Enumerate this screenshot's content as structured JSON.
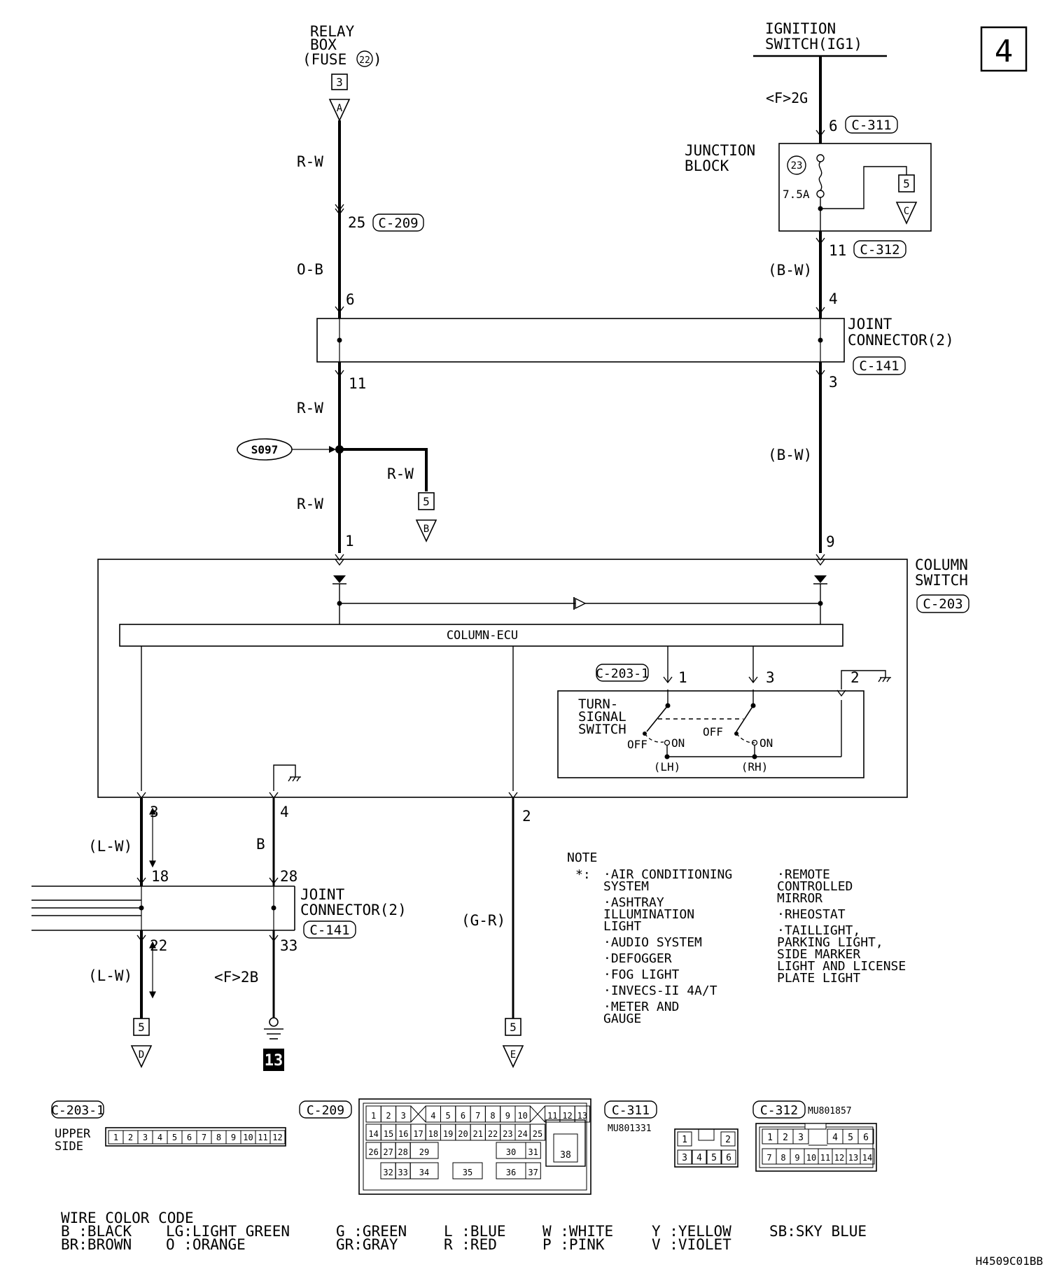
{
  "page_number": "4",
  "diagram_code": "H4509C01BB",
  "sources": {
    "relay_box": [
      "RELAY",
      "BOX",
      "(FUSE",
      "22",
      ")"
    ],
    "relay_pin": "3",
    "ignition": [
      "IGNITION",
      "SWITCH(IG1)"
    ],
    "ignition_circuit": "<F>2G"
  },
  "junction_block": {
    "title": [
      "JUNCTION",
      "BLOCK"
    ],
    "fuse_no": "23",
    "rating": "7.5A",
    "in_pin": "6",
    "in_conn": "C-311",
    "out_pin": "11",
    "out_conn": "C-312",
    "branch_pin": "5",
    "branch_letter": "C"
  },
  "wires": {
    "rw": "R-W",
    "ob": "O-B",
    "bw": "(B-W)",
    "lw": "(L-W)",
    "b": "B",
    "gr": "(G-R)",
    "f2b": "<F>2B"
  },
  "left_run": {
    "a_letter": "A",
    "pin25": "25",
    "conn209": "C-209",
    "pin6": "6",
    "pin11": "11",
    "pin1": "1",
    "splice": "S097",
    "b_pin": "5",
    "b_letter": "B"
  },
  "right_run": {
    "pin4": "4",
    "pin3": "3",
    "pin9": "9"
  },
  "joint_connector_top": {
    "label": [
      "JOINT",
      "CONNECTOR(2)"
    ],
    "conn": "C-141"
  },
  "column_switch": {
    "label": [
      "COLUMN",
      "SWITCH"
    ],
    "conn": "C-203",
    "ecu": "COLUMN-ECU",
    "sub_conn": "C-203-1",
    "pins": [
      "1",
      "3",
      "2"
    ],
    "turn": [
      "TURN-",
      "SIGNAL",
      "SWITCH"
    ],
    "off": "OFF",
    "on": "ON",
    "lh": "(LH)",
    "rh": "(RH)"
  },
  "lower": {
    "pin3": "3",
    "pin4": "4",
    "pin2": "2",
    "pin18": "18",
    "pin28": "28",
    "pin22": "22",
    "pin33": "33",
    "jc_label": [
      "JOINT",
      "CONNECTOR(2)"
    ],
    "jc_conn": "C-141",
    "d_pin": "5",
    "d_letter": "D",
    "ground_no": "13",
    "e_pin": "5",
    "e_letter": "E"
  },
  "note": {
    "title": "NOTE",
    "marker": "*:",
    "col1": [
      [
        "AIR CONDITIONING",
        "SYSTEM"
      ],
      [
        "ASHTRAY",
        "ILLUMINATION",
        "LIGHT"
      ],
      [
        "AUDIO SYSTEM"
      ],
      [
        "DEFOGGER"
      ],
      [
        "FOG LIGHT"
      ],
      [
        "INVECS-II 4A/T"
      ],
      [
        "METER AND",
        "GAUGE"
      ]
    ],
    "col2": [
      [
        "REMOTE",
        "CONTROLLED",
        "MIRROR"
      ],
      [
        "RHEOSTAT"
      ],
      [
        "TAILLIGHT,",
        "PARKING LIGHT,",
        "SIDE MARKER",
        "LIGHT AND LICENSE",
        "PLATE LIGHT"
      ]
    ]
  },
  "connectors": {
    "c2031": {
      "name": "C-203-1",
      "side": [
        "UPPER",
        "SIDE"
      ],
      "pins": [
        "1",
        "2",
        "3",
        "4",
        "5",
        "6",
        "7",
        "8",
        "9",
        "10",
        "11",
        "12"
      ]
    },
    "c209": {
      "name": "C-209",
      "row1": [
        "1",
        "2",
        "3",
        "4",
        "5",
        "6",
        "7",
        "8",
        "9",
        "10",
        "11",
        "12",
        "13"
      ],
      "row2": [
        "14",
        "15",
        "16",
        "17",
        "18",
        "19",
        "20",
        "21",
        "22",
        "23",
        "24",
        "25"
      ],
      "row3": [
        "26",
        "27",
        "28",
        "29",
        "30",
        "31"
      ],
      "row4": [
        "32",
        "33",
        "34",
        "35",
        "36",
        "37"
      ],
      "big": "38"
    },
    "c311": {
      "name": "C-311",
      "part": "MU801331",
      "pins": [
        "1",
        "2",
        "3",
        "4",
        "5",
        "6"
      ]
    },
    "c312": {
      "name": "C-312",
      "part": "MU801857",
      "pins": [
        "1",
        "2",
        "3",
        "4",
        "5",
        "6",
        "7",
        "8",
        "9",
        "10",
        "11",
        "12",
        "13",
        "14"
      ]
    }
  },
  "color_code": {
    "title": "WIRE COLOR CODE",
    "row1": [
      "B :BLACK",
      "LG:LIGHT GREEN",
      "G :GREEN",
      "L :BLUE",
      "W :WHITE",
      "Y :YELLOW",
      "SB:SKY BLUE"
    ],
    "row2": [
      "BR:BROWN",
      "O :ORANGE",
      "GR:GRAY",
      "R :RED",
      "P :PINK",
      "V :VIOLET"
    ]
  }
}
